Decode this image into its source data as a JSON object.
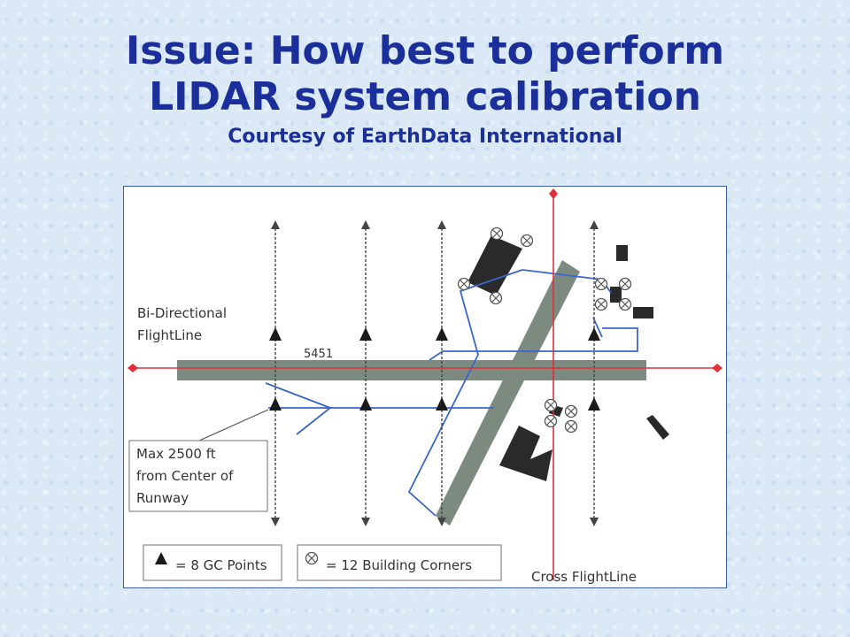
{
  "slide": {
    "title_line1": "Issue:  How best to perform",
    "title_line2": "LIDAR system calibration",
    "subtitle": "Courtesy of EarthData International"
  },
  "diagram": {
    "bidirectional_label_1": "Bi-Directional",
    "bidirectional_label_2": "FlightLine",
    "runway_number": "5451",
    "max_label_1": "Max 2500 ft",
    "max_label_2": "from Center of",
    "max_label_3": "Runway",
    "legend_gc": "= 8 GC Points",
    "legend_corners": "= 12 Building Corners",
    "cross_flightline": "Cross FlightLine",
    "colors": {
      "title": "#1a2f9a",
      "runway": "#7c8a80",
      "flightline": "#e0303a",
      "taxi": "#3a66cc",
      "building": "#2a2a2a"
    }
  }
}
